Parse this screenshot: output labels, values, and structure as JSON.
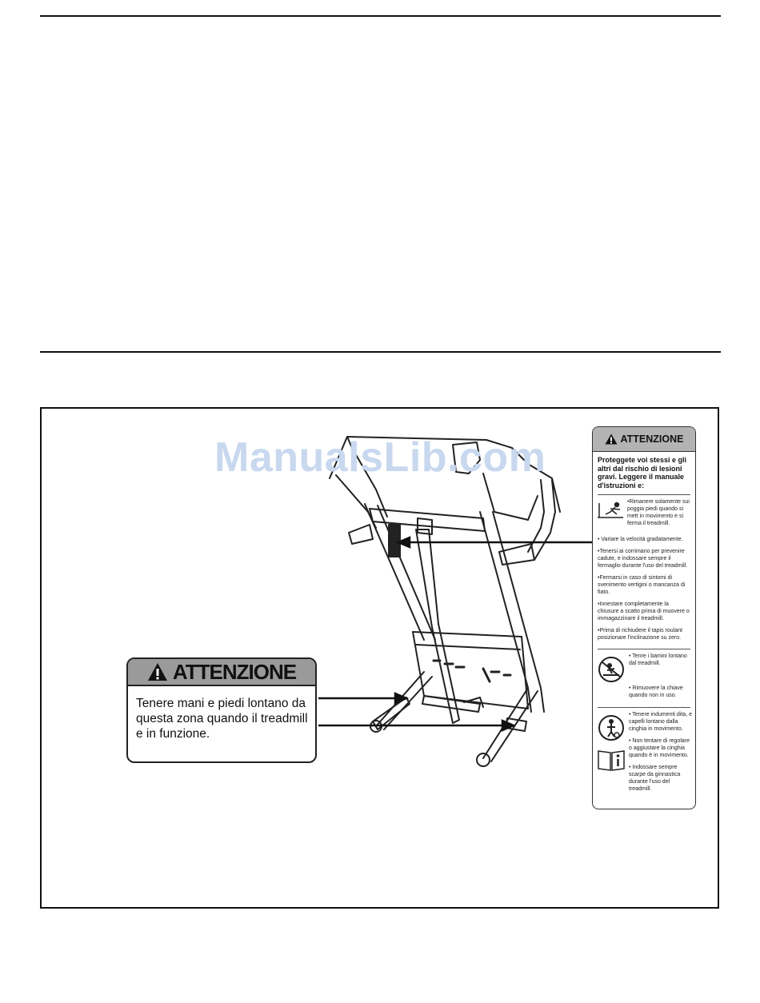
{
  "watermark": "ManualsLib.com",
  "left_label": {
    "header": "ATTENZIONE",
    "body": "Tenere mani e piedi lontano da questa zona quando il treadmill e in funzione."
  },
  "right_label": {
    "header": "ATTENZIONE",
    "intro": "Proteggete voi stessi e gli altri dal rischio di lesioni gravi. Leggere il manuale d'istruzioni e:",
    "group1": [
      "•Rimanere solamente sui poggia piedi quando si mett in movimento e si ferma il treadmill."
    ],
    "items": [
      "• Variare la velocità gradatamente.",
      "•Tenersi ai corrimano per prevenire cadute, e indossare sempre il fermaglio durante l'uso del treadmill.",
      "•Fermarsi in caso di sintomi di svenimento vertigini o mancanza di fiato.",
      "•Innestare completamente la chiusure a scatto prima di muovere o immagazzinare il treadmill.",
      "•Prima di richiudere il tapis roulant posizionare l'inclinazione su zero."
    ],
    "group2": [
      "• Tenre i bamini lontano dal treadmill.",
      "• Rimuovere la chiave quando non in uso."
    ],
    "group3": [
      "• Tenere indumenti dita, e capelli lontano dalla cinghia in movimento.",
      "• Non tentare di regolare o aggiustare la cinghia quando è in movimento.",
      "• Indossare sempre scarpe da ginnastica durante l'uso del treadmill."
    ]
  }
}
